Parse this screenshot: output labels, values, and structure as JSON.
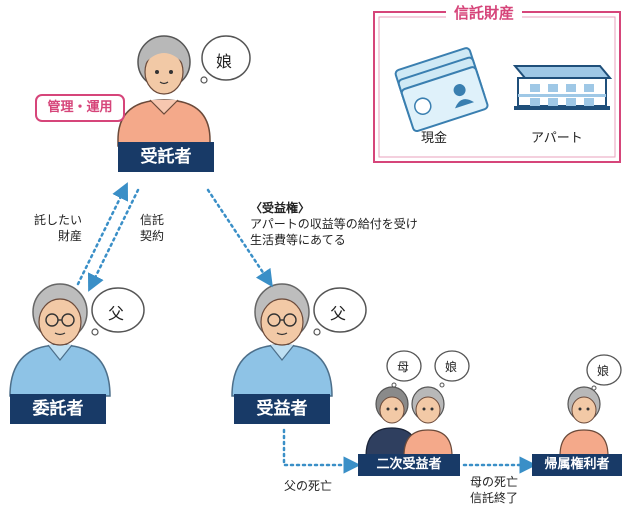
{
  "assets": {
    "title": "信託財産",
    "cash_label": "現金",
    "apartment_label": "アパート"
  },
  "trustee": {
    "label": "受託者",
    "bubble": "娘",
    "role_badge": "管理・運用"
  },
  "settlor": {
    "label": "委託者",
    "bubble": "父"
  },
  "beneficiary": {
    "label": "受益者",
    "bubble": "父"
  },
  "second_beneficiary": {
    "label": "二次受益者",
    "bubble_mother": "母",
    "bubble_daughter": "娘"
  },
  "residual_holder": {
    "label": "帰属権利者",
    "bubble": "娘"
  },
  "arrows": {
    "entrust_line1": "託したい",
    "entrust_line2": "財産",
    "contract_line1": "信託",
    "contract_line2": "契約",
    "right_title": "〈受益権〉",
    "right_line1": "アパートの収益等の給付を受け",
    "right_line2": "生活費等にあてる",
    "father_death": "父の死亡",
    "mother_death": "母の死亡",
    "trust_end": "信託終了"
  },
  "colors": {
    "navy": "#183a67",
    "pink": "#d6457a",
    "blue_arrow": "#3a8fc7",
    "skin": "#f2c9a6",
    "shirt_peach": "#f4a98a",
    "shirt_blue": "#8ec3e6"
  }
}
